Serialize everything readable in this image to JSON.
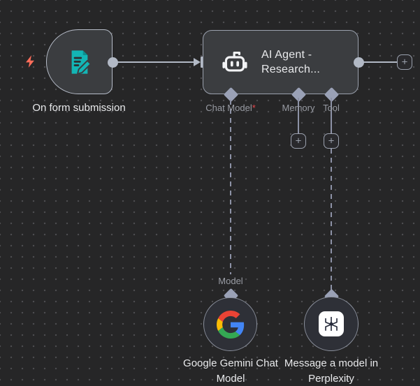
{
  "canvas": {
    "background": "#262627",
    "dot_color": "#4e4e51"
  },
  "colors": {
    "node_fill": "#3b3d40",
    "node_border": "#a2a8b4",
    "connector": "#b2b9c5",
    "subnode_line": "#8d92a6",
    "text_primary": "#e9eaec",
    "text_muted": "#989ba3",
    "required_red": "#e5484d",
    "bolt_red": "#ff6d5a",
    "form_teal": "#13b5b5",
    "google_red": "#EA4335",
    "google_blue": "#4285F4",
    "google_yellow": "#FBBC05",
    "google_green": "#34A853"
  },
  "ui": {
    "plus": "+"
  },
  "workflow": {
    "trigger": {
      "label": "On form submission"
    },
    "agent": {
      "title_line1": "AI Agent -",
      "title_line2": "Research..."
    },
    "ports": {
      "chat_model": {
        "label": "Chat Model",
        "required_marker": "*"
      },
      "memory": {
        "label": "Memory"
      },
      "tool": {
        "label": "Tool"
      },
      "model": {
        "label": "Model"
      }
    },
    "gemini": {
      "label_line1": "Google Gemini Chat",
      "label_line2": "Model"
    },
    "perplexity": {
      "label_line1": "Message a model in",
      "label_line2": "Perplexity"
    }
  }
}
